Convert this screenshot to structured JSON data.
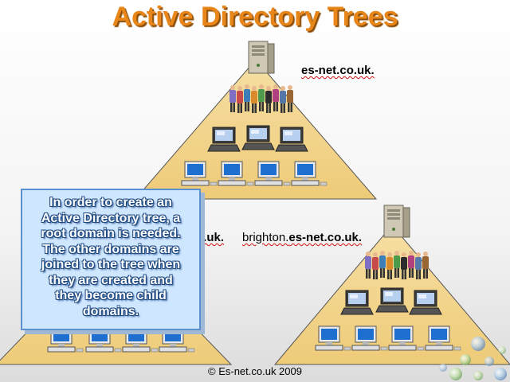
{
  "title": "Active Directory Trees",
  "root_domain": {
    "label": "es-net.co.uk."
  },
  "child_domain_left": {
    "label_partial": "o.uk."
  },
  "child_domain_right": {
    "prefix": "brighton.",
    "label": "es-net.co.uk."
  },
  "callout": {
    "lines": [
      "In order to create an",
      "Active Directory tree, a",
      "root domain is needed.",
      "The other domains are",
      "joined to the tree when",
      "they are created and",
      "they become child",
      "domains."
    ]
  },
  "footer": {
    "copyright": "© Es-net.co.uk 2009"
  },
  "colors": {
    "title": "#e8861a",
    "triangle": "#f3d58f",
    "callout_bg": "#cfe6ff",
    "callout_border": "#5a8fd0"
  },
  "icons": [
    "server-icon",
    "people-group-icon",
    "laptop-icon",
    "desktop-computer-icon",
    "bubble-decoration"
  ]
}
